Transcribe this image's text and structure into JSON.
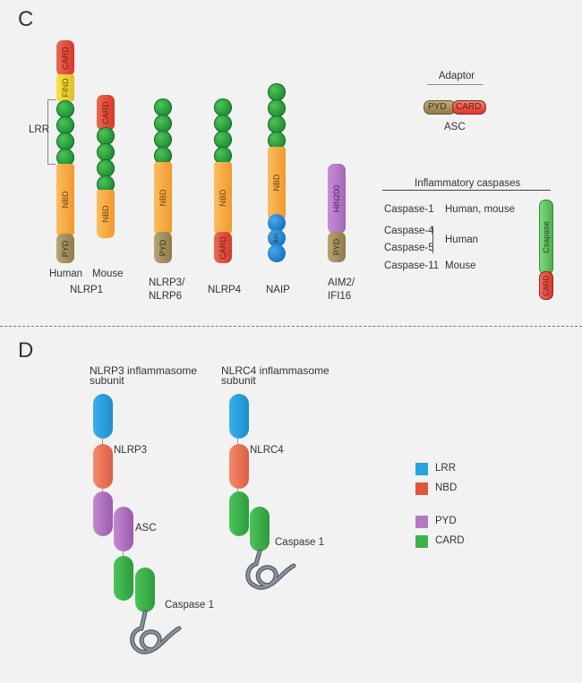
{
  "panel_c": {
    "letter": "C",
    "lrr_label": "LRR",
    "columns": {
      "nlrp1_human": {
        "sublabel": "Human",
        "domains": [
          "CARD",
          "FIND",
          "LRR",
          "NBD",
          "PYD"
        ]
      },
      "nlrp1_mouse": {
        "sublabel": "Mouse",
        "domains": [
          "CARD",
          "LRR",
          "NBD"
        ]
      },
      "nlrp1_group": "NLRP1",
      "nlrp3": {
        "label_line1": "NLRP3/",
        "label_line2": "NLRP6",
        "domains": [
          "LRR",
          "NBD",
          "PYD"
        ]
      },
      "nlrp4": {
        "label": "NLRP4",
        "domains": [
          "LRR",
          "NBD",
          "CARD"
        ]
      },
      "naip": {
        "label": "NAIP",
        "domains": [
          "LRR",
          "NBD",
          "BIR"
        ]
      },
      "aim2": {
        "label_line1": "AIM2/",
        "label_line2": "IFI16",
        "domains": [
          "HIN200",
          "PYD"
        ]
      }
    },
    "domain_text": {
      "card": "CARD",
      "find": "FIND",
      "nbd": "NBD",
      "pyd": "PYD",
      "bir": "BIR",
      "hin200": "HIN200",
      "caspase": "Csapase"
    },
    "adaptor": {
      "title": "Adaptor",
      "name": "ASC",
      "domains": [
        "PYD",
        "CARD"
      ]
    },
    "caspases": {
      "title": "Inflammatory caspases",
      "rows": [
        {
          "name": "Caspase-1",
          "species": "Human, mouse"
        },
        {
          "name": "Caspase-4",
          "species": ""
        },
        {
          "name": "Caspase-5",
          "species": "Human"
        },
        {
          "name": "Caspase-11",
          "species": "Mouse"
        }
      ]
    },
    "colors": {
      "card": "#e8463a",
      "find": "#f0d43a",
      "lrr": "#2e9e3e",
      "nbd": "#f7ac4a",
      "pyd": "#a89463",
      "bir": "#2a85d0",
      "hin200": "#b57bc6",
      "caspase": "#5cc060"
    }
  },
  "panel_d": {
    "letter": "D",
    "nlrp3_title_line1": "NLRP3 inflammasome",
    "nlrp3_title_line2": "subunit",
    "nlrc4_title_line1": "NLRC4 inflammasome",
    "nlrc4_title_line2": "subunit",
    "labels": {
      "nlrp3": "NLRP3",
      "asc": "ASC",
      "caspase1_a": "Caspase 1",
      "nlrc4": "NLRC4",
      "caspase1_b": "Caspase 1"
    },
    "legend": [
      {
        "label": "LRR",
        "color": "#29a3e0"
      },
      {
        "label": "NBD",
        "color": "#e0553c"
      },
      {
        "label": "PYD",
        "color": "#b27ac0"
      },
      {
        "label": "CARD",
        "color": "#3bb54a"
      }
    ]
  }
}
